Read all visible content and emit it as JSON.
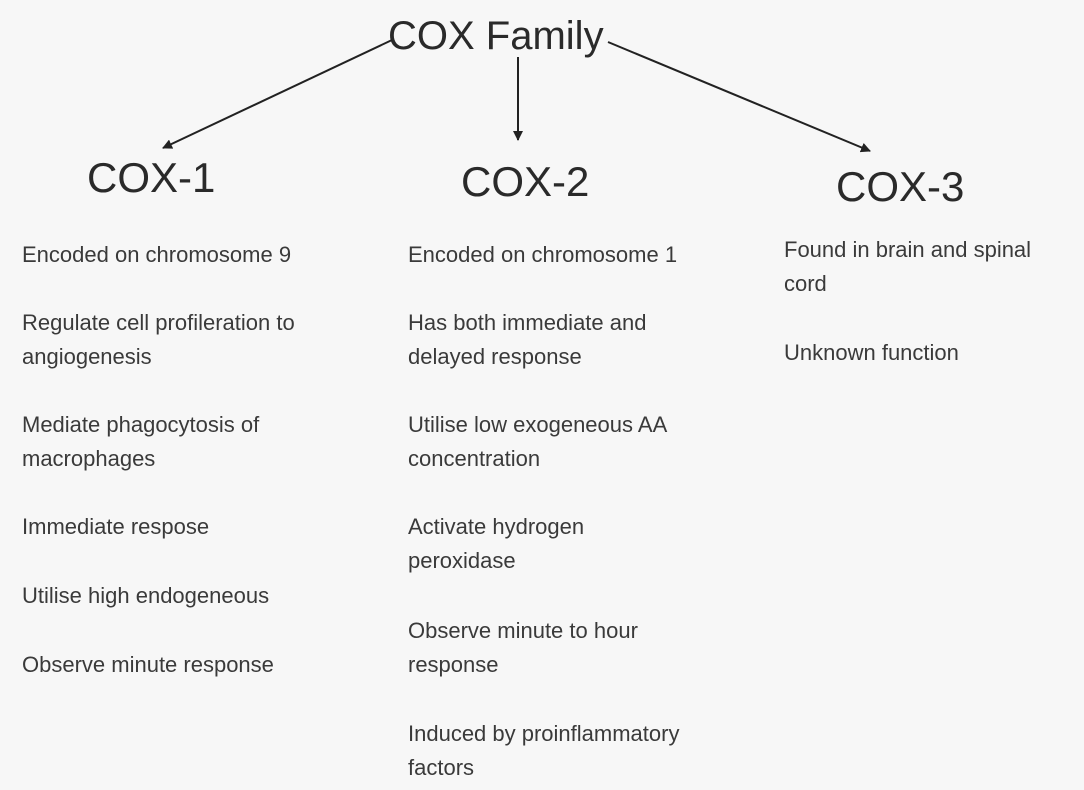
{
  "diagram": {
    "root": "COX Family",
    "columns": [
      {
        "title": "COX-1",
        "items": [
          "Encoded on chromosome 9",
          "Regulate cell  profileration to\nangiogenesis",
          "Mediate phagocytosis of\nmacrophages",
          "Immediate respose",
          "Utilise high endogeneous",
          "Observe minute response"
        ]
      },
      {
        "title": "COX-2",
        "items": [
          "Encoded on chromosome 1",
          "Has both immediate and\ndelayed response",
          "Utilise low exogeneous AA\nconcentration",
          "Activate hydrogen\nperoxidase",
          "Observe minute to hour\nresponse",
          "Induced by proinflammatory\nfactors"
        ]
      },
      {
        "title": "COX-3",
        "items": [
          "Found in brain and spinal\ncord",
          "Unknown function"
        ]
      }
    ]
  },
  "colors": {
    "background": "#f7f7f7",
    "text": "#333333",
    "arrow": "#222222"
  }
}
